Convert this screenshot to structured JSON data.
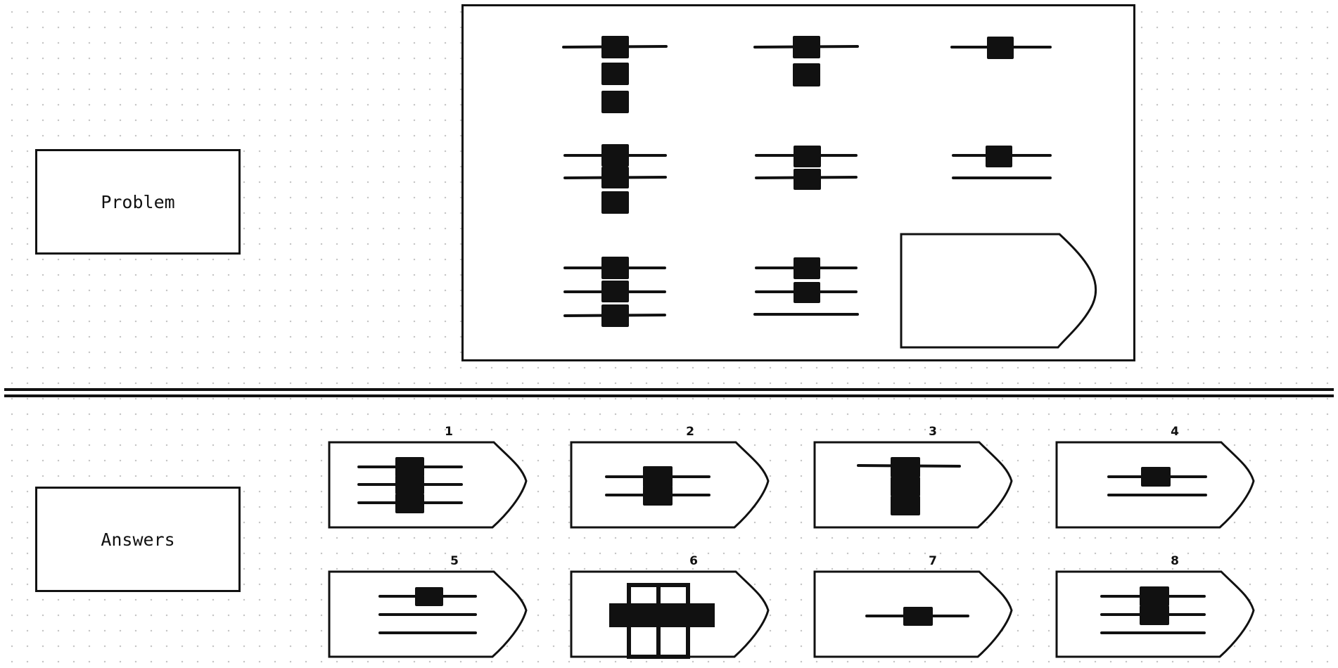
{
  "problem": {
    "label": "Problem",
    "matrix": [
      {
        "cell": "r1c1",
        "lines": 1,
        "squares": 3
      },
      {
        "cell": "r1c2",
        "lines": 1,
        "squares": 2
      },
      {
        "cell": "r1c3",
        "lines": 1,
        "squares": 1
      },
      {
        "cell": "r2c1",
        "lines": 2,
        "squares": 3
      },
      {
        "cell": "r2c2",
        "lines": 2,
        "squares": 2
      },
      {
        "cell": "r2c3",
        "lines": 2,
        "squares": 1
      },
      {
        "cell": "r3c1",
        "lines": 3,
        "squares": 3
      },
      {
        "cell": "r3c2",
        "lines": 3,
        "squares": 2
      },
      {
        "cell": "r3c3",
        "missing": true
      }
    ]
  },
  "answers": {
    "label": "Answers",
    "options": [
      {
        "number": "1",
        "lines": 3,
        "squares": 3
      },
      {
        "number": "2",
        "lines": 2,
        "squares": 2
      },
      {
        "number": "3",
        "lines": 1,
        "squares": 3
      },
      {
        "number": "4",
        "lines": 2,
        "squares": 1
      },
      {
        "number": "5",
        "lines": 3,
        "squares": 1
      },
      {
        "number": "6",
        "figure": "cross-grid"
      },
      {
        "number": "7",
        "lines": 1,
        "squares": 1
      },
      {
        "number": "8",
        "lines": 3,
        "squares": 2
      }
    ]
  }
}
